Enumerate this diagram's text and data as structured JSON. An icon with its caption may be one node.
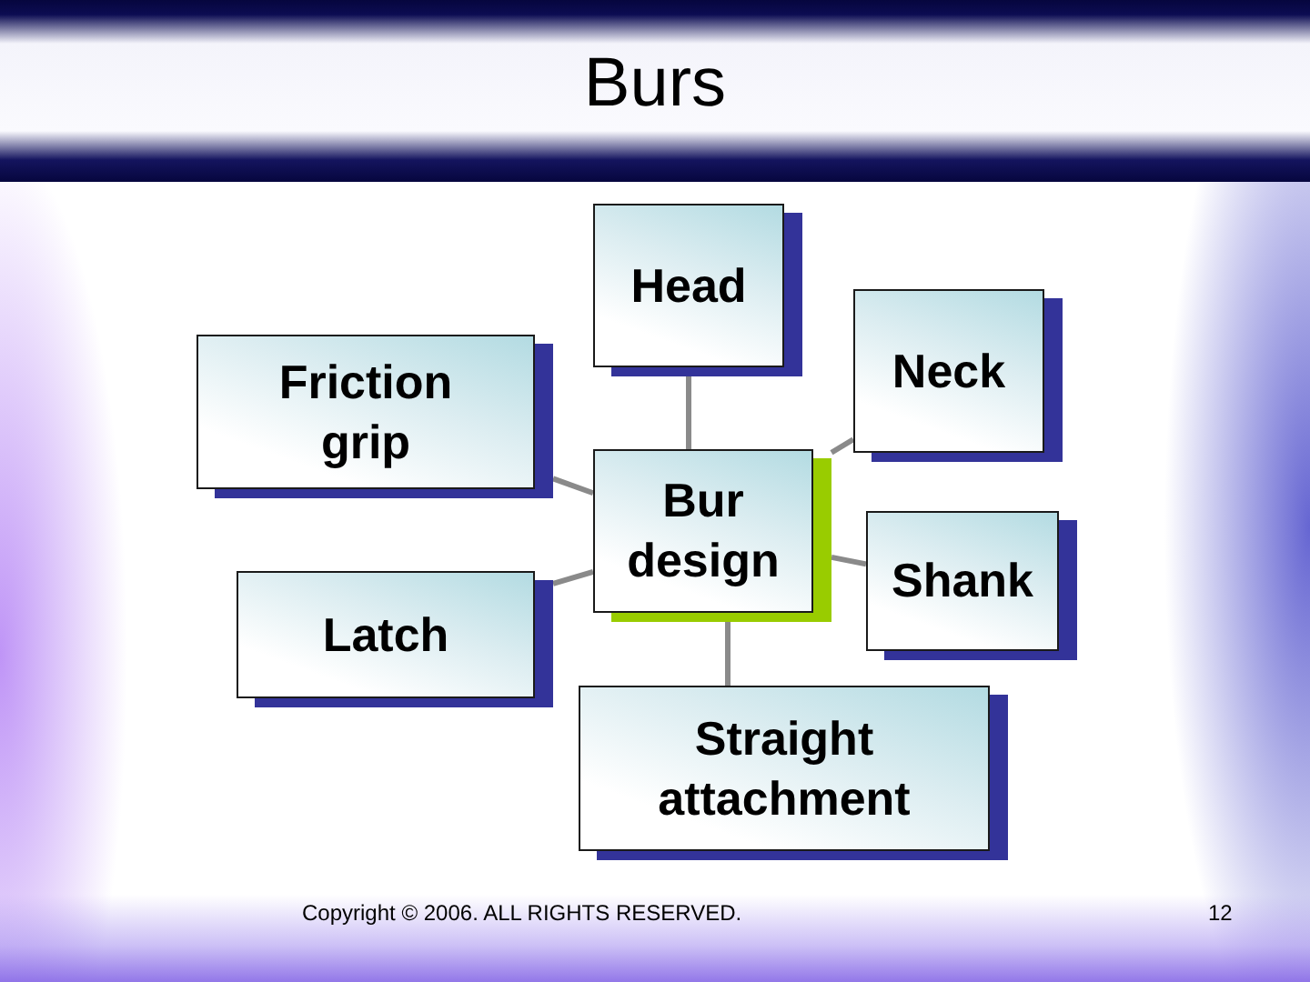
{
  "diagram": {
    "title": "Burs",
    "nodes": [
      {
        "text": [
          "Head"
        ]
      },
      {
        "text": [
          "Friction grip"
        ]
      },
      {
        "text": [
          "Neck"
        ]
      },
      {
        "text": [
          "Bur design"
        ]
      },
      {
        "text": [
          "Shank"
        ]
      },
      {
        "text": [
          "Latch"
        ]
      },
      {
        "text": [
          "Straight attachment"
        ]
      }
    ],
    "edges": [
      {
        "from": 3,
        "to": 0,
        "arrow": "none"
      },
      {
        "from": 3,
        "to": 2,
        "arrow": "none"
      },
      {
        "from": 3,
        "to": 4,
        "arrow": "none"
      },
      {
        "from": 3,
        "to": 6,
        "arrow": "none"
      },
      {
        "from": 3,
        "to": 1,
        "arrow": "none"
      },
      {
        "from": 3,
        "to": 5,
        "arrow": "none"
      }
    ],
    "labels": [
      "Copyright © 2006. ALL RIGHTS RESERVED.",
      "12"
    ]
  }
}
